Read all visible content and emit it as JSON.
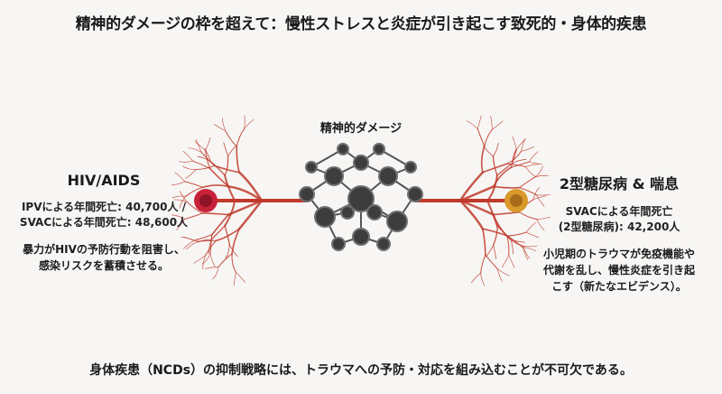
{
  "title": "精神的ダメージの枠を超えて：慢性ストレスと炎症が引き起こす致死的・身体的疾患",
  "center": {
    "label": "精神的ダメージ"
  },
  "left": {
    "heading": "HIV/AIDS",
    "stat_line1": "IPVによる年間死亡: 40,700人 /",
    "stat_line2": "SVACによる年間死亡: 48,600人",
    "desc_line1": "暴力がHIVの予防行動を阻害し、",
    "desc_line2": "感染リスクを蓄積させる。",
    "color": "#c8223a"
  },
  "right": {
    "heading": "2型糖尿病 & 喘息",
    "stat_line1": "SVACによる年間死亡",
    "stat_line2": "(2型糖尿病): 42,200人",
    "desc_line1": "小児期のトラウマが免疫機能や",
    "desc_line2": "代謝を乱し、慢性炎症を引き起",
    "desc_line3": "こす（新たなエビデンス）。",
    "color": "#d99a2b"
  },
  "footer": "身体疾患（NCDs）の抑制戦略には、トラウマへの予防・対応を組み込むことが不可欠である。"
}
